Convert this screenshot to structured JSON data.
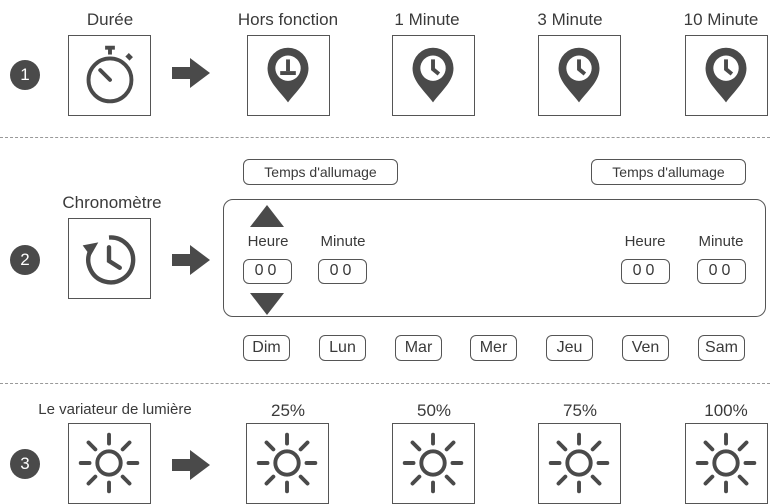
{
  "colors": {
    "ink": "#4a4a4a",
    "separator": "#999999",
    "background": "#ffffff"
  },
  "row1": {
    "number": "1",
    "source_label": "Durée",
    "source_icon": "stopwatch-icon",
    "options": [
      {
        "label": "Hors fonction",
        "icon": "pin-off-icon"
      },
      {
        "label": "1 Minute",
        "icon": "pin-clock-icon"
      },
      {
        "label": "3 Minute",
        "icon": "pin-clock-icon"
      },
      {
        "label": "10 Minute",
        "icon": "pin-clock-icon"
      }
    ]
  },
  "row2": {
    "number": "2",
    "source_label": "Chronomètre",
    "source_icon": "timer-clock-icon",
    "on_time_left": "Temps d'allumage",
    "on_time_right": "Temps d'allumage",
    "left": {
      "hour_label": "Heure",
      "minute_label": "Minute",
      "hour_value": "00",
      "minute_value": "00"
    },
    "right": {
      "hour_label": "Heure",
      "minute_label": "Minute",
      "hour_value": "00",
      "minute_value": "00"
    },
    "days": [
      "Dim",
      "Lun",
      "Mar",
      "Mer",
      "Jeu",
      "Ven",
      "Sam"
    ]
  },
  "row3": {
    "number": "3",
    "source_label": "Le variateur de lumière",
    "source_icon": "sun-icon",
    "levels": [
      "25%",
      "50%",
      "75%",
      "100%"
    ]
  }
}
